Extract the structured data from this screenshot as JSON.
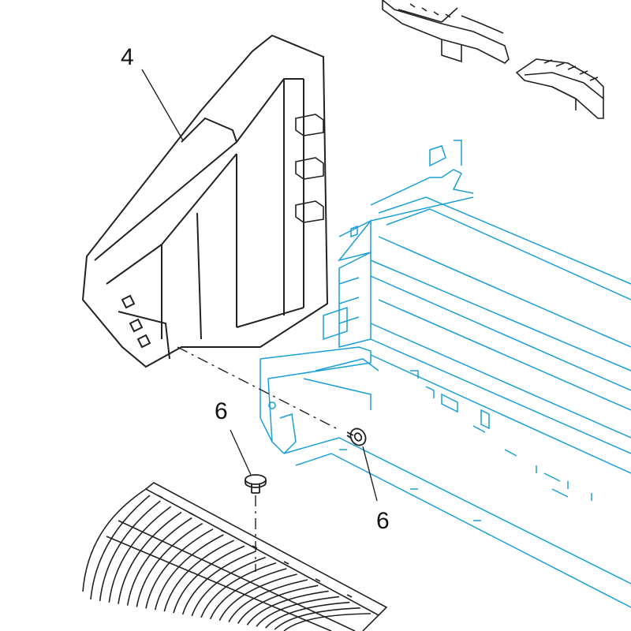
{
  "callouts": {
    "cover_label": "4",
    "screw_left_label": "6",
    "screw_right_label": "6"
  },
  "colors": {
    "frame": "#1a9fd8",
    "part": "#222222",
    "background": "#ffffff"
  }
}
